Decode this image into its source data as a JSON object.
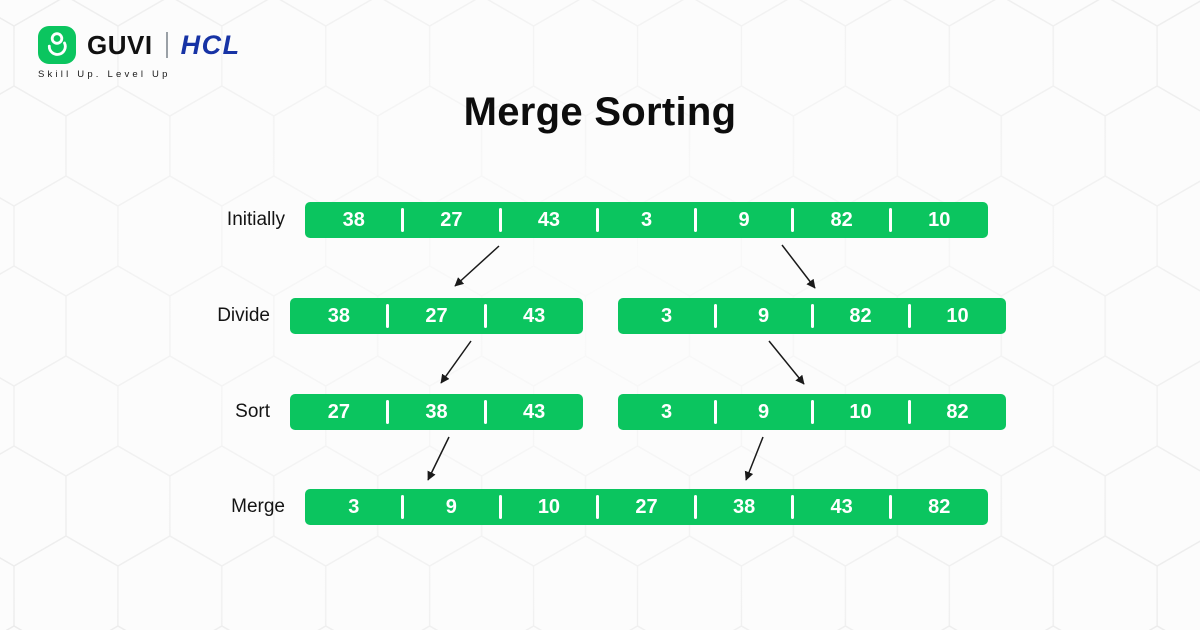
{
  "title": "Merge Sorting",
  "brand": {
    "guvi_wordmark": "GUVI",
    "hcl_wordmark": "HCL",
    "tagline": "Skill Up. Level Up",
    "guvi_green": "#0bc55f",
    "hcl_blue": "#1733a5"
  },
  "colors": {
    "bar_green": "#0bc55f",
    "bar_text": "#ffffff",
    "label_text": "#141414",
    "background": "#fcfcfc",
    "pattern_line": "#ebebeb",
    "arrow": "#1a1a1a"
  },
  "diagram": {
    "rows": [
      {
        "label": "Initially",
        "bars": [
          [
            38,
            27,
            43,
            3,
            9,
            82,
            10
          ]
        ]
      },
      {
        "label": "Divide",
        "bars": [
          [
            38,
            27,
            43
          ],
          [
            3,
            9,
            82,
            10
          ]
        ]
      },
      {
        "label": "Sort",
        "bars": [
          [
            27,
            38,
            43
          ],
          [
            3,
            9,
            10,
            82
          ]
        ]
      },
      {
        "label": "Merge",
        "bars": [
          [
            3,
            9,
            10,
            27,
            38,
            43,
            82
          ]
        ]
      }
    ]
  }
}
